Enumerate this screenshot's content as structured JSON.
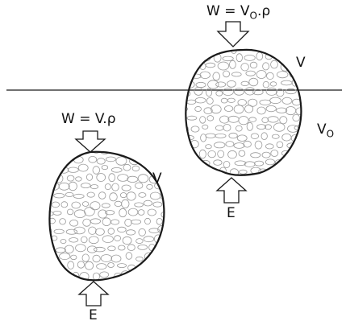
{
  "diagram": {
    "lower_body": {
      "weight_label": "W = V.ρ",
      "volume_label": "V",
      "force_label": "E"
    },
    "upper_body": {
      "weight_label_prefix": "W = V",
      "weight_label_sub": "O",
      "weight_label_suffix": ".ρ",
      "volume_label": "V",
      "submerged_volume_label": "V",
      "submerged_volume_sub": "O",
      "force_label": "E"
    },
    "colors": {
      "stroke": "#1a1a1a",
      "texture": "#9a9a9a",
      "background": "#ffffff"
    }
  }
}
